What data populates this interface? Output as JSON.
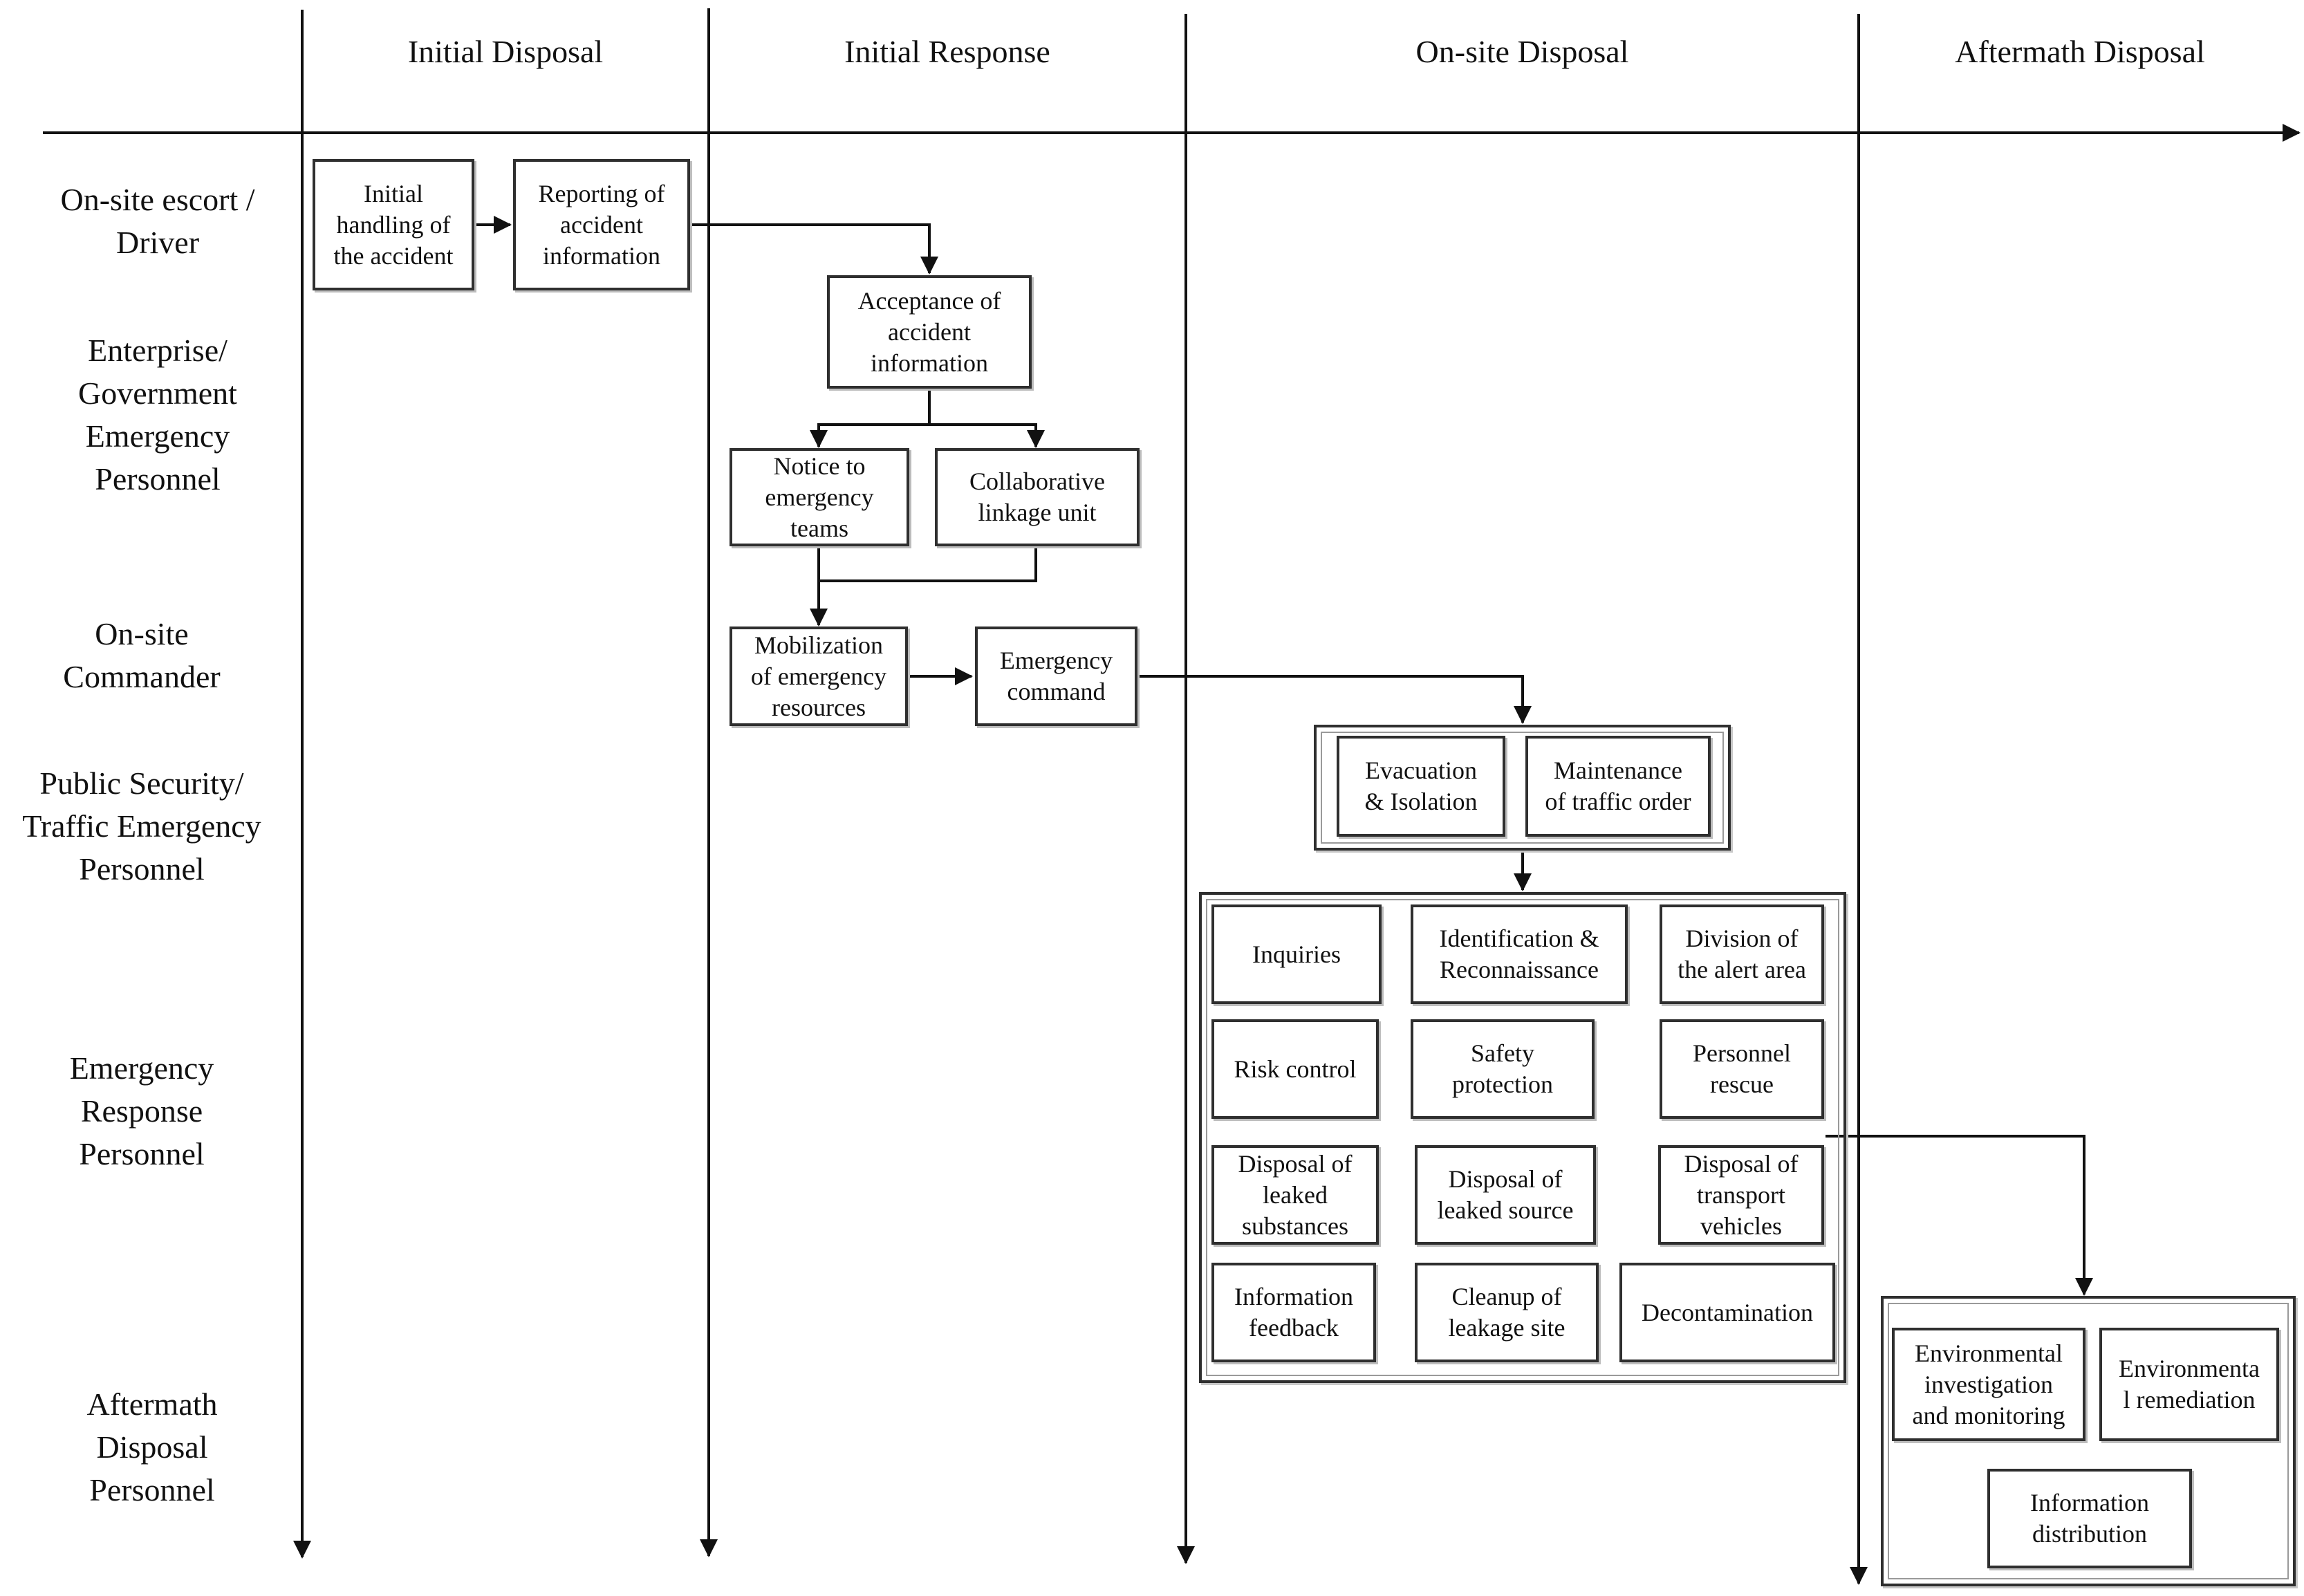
{
  "phases": [
    {
      "label": "Initial Disposal"
    },
    {
      "label": "Initial Response"
    },
    {
      "label": "On-site Disposal"
    },
    {
      "label": "Aftermath Disposal"
    }
  ],
  "roles": [
    {
      "label": "On-site escort /\nDriver"
    },
    {
      "label": "Enterprise/\nGovernment\nEmergency\nPersonnel"
    },
    {
      "label": "On-site\nCommander"
    },
    {
      "label": "Public Security/\nTraffic Emergency\nPersonnel"
    },
    {
      "label": "Emergency\nResponse\nPersonnel"
    },
    {
      "label": "Aftermath\nDisposal\nPersonnel"
    }
  ],
  "boxes": {
    "initial_handling": "Initial\nhandling of\nthe accident",
    "reporting": "Reporting of\naccident\ninformation",
    "acceptance": "Acceptance of\naccident\ninformation",
    "notice": "Notice to\nemergency\nteams",
    "collaborative": "Collaborative\nlinkage unit",
    "mobilization": "Mobilization\nof emergency\nresources",
    "emergency_command": "Emergency\ncommand",
    "evacuation": "Evacuation\n& Isolation",
    "traffic_order": "Maintenance\nof traffic order",
    "inquiries": "Inquiries",
    "identification": "Identification &\nReconnaissance",
    "alert_area": "Division of\nthe alert area",
    "risk_control": "Risk control",
    "safety": "Safety\nprotection",
    "rescue": "Personnel\nrescue",
    "leaked_substances": "Disposal of\nleaked\nsubstances",
    "leaked_source": "Disposal of\nleaked source",
    "transport": "Disposal of\ntransport\nvehicles",
    "feedback": "Information\nfeedback",
    "cleanup": "Cleanup of\nleakage site",
    "decontamination": "Decontamination",
    "env_investigation": "Environmental\ninvestigation\nand monitoring",
    "env_remediation": "Environmenta\nl remediation",
    "info_distribution": "Information\ndistribution"
  }
}
